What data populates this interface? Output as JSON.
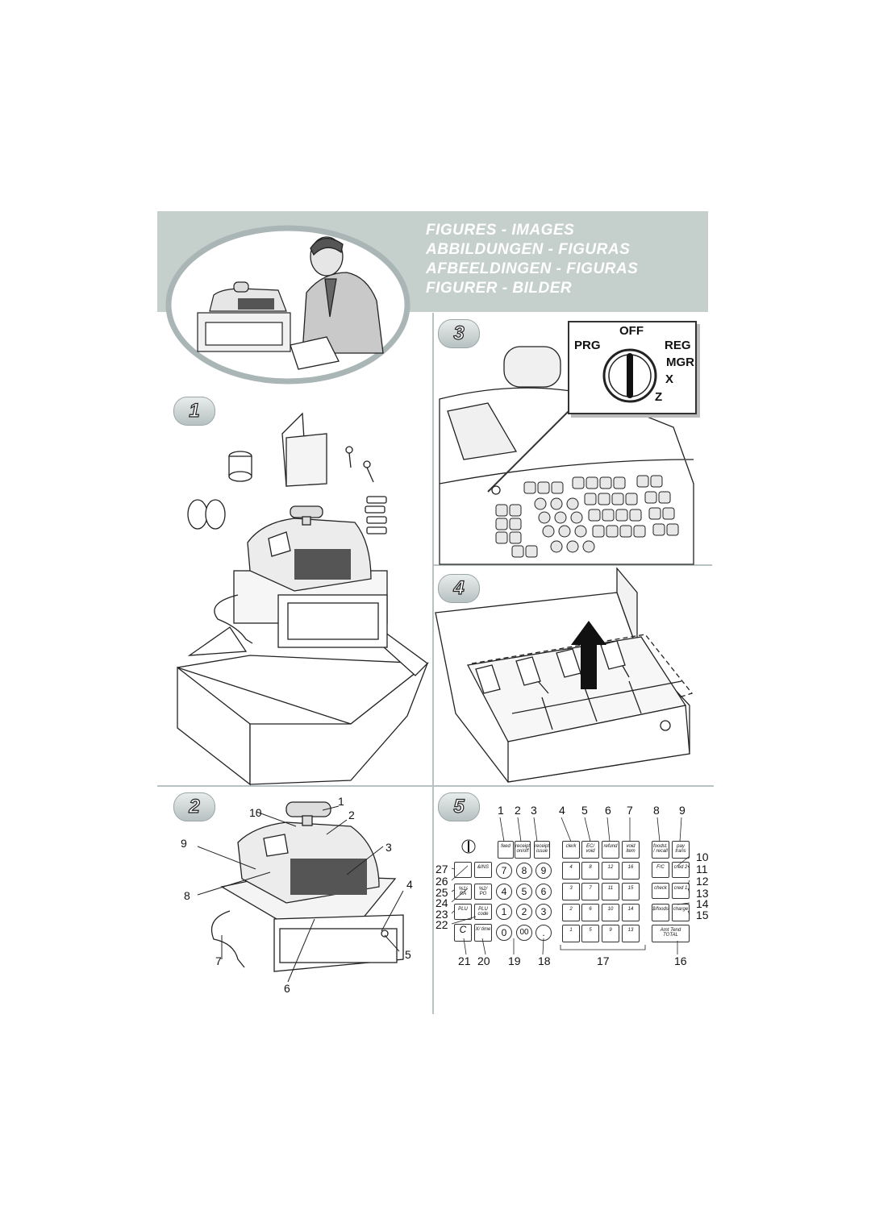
{
  "banner": {
    "titles": [
      "FIGURES - IMAGES",
      "ABBILDUNGEN - FIGURAS",
      "AFBEELDINGEN - FIGURAS",
      "FIGURER - BILDER"
    ],
    "background_color": "#c5cfcb"
  },
  "steps": {
    "one": "1",
    "two": "2",
    "three": "3",
    "four": "4",
    "five": "5"
  },
  "mode_dial": {
    "off": "OFF",
    "prg": "PRG",
    "reg": "REG",
    "mgr": "MGR",
    "x": "X",
    "z": "Z"
  },
  "figure2_callouts": [
    "1",
    "2",
    "3",
    "4",
    "5",
    "6",
    "7",
    "8",
    "9",
    "10"
  ],
  "figure5_callouts": {
    "top": [
      "1",
      "2",
      "3",
      "4",
      "5",
      "6",
      "7",
      "8",
      "9"
    ],
    "right": [
      "10",
      "11",
      "12",
      "13",
      "14",
      "15"
    ],
    "left": [
      "27",
      "26",
      "25",
      "24",
      "23",
      "22"
    ],
    "bottom": [
      "21",
      "20",
      "19",
      "18",
      "17",
      "16"
    ]
  },
  "keyboard": {
    "top_row": [
      "feed",
      "receipt on/off",
      "receipt issue",
      "clerk",
      "EC/ void",
      "refund",
      "void item",
      "foodst. / recall",
      "pay trans"
    ],
    "left_keys": [
      [
        "",
        "&INS"
      ],
      [
        "%1/ RA",
        "%2/ PO"
      ],
      [
        "PLU",
        "PLU code"
      ],
      [
        "C",
        "X/ time"
      ]
    ],
    "numbers": [
      "7",
      "8",
      "9",
      "4",
      "5",
      "6",
      "1",
      "2",
      "3",
      "0",
      "00",
      "."
    ],
    "dept_labels": [
      "4",
      "8",
      "12",
      "16",
      "3",
      "7",
      "11",
      "15",
      "2",
      "6",
      "10",
      "14",
      "1",
      "5",
      "9",
      "13"
    ],
    "right_keys": [
      "F/C",
      "cred 2",
      "check",
      "cred 1",
      "$/foods",
      "charge",
      "Amt Tend TOTAL"
    ]
  }
}
